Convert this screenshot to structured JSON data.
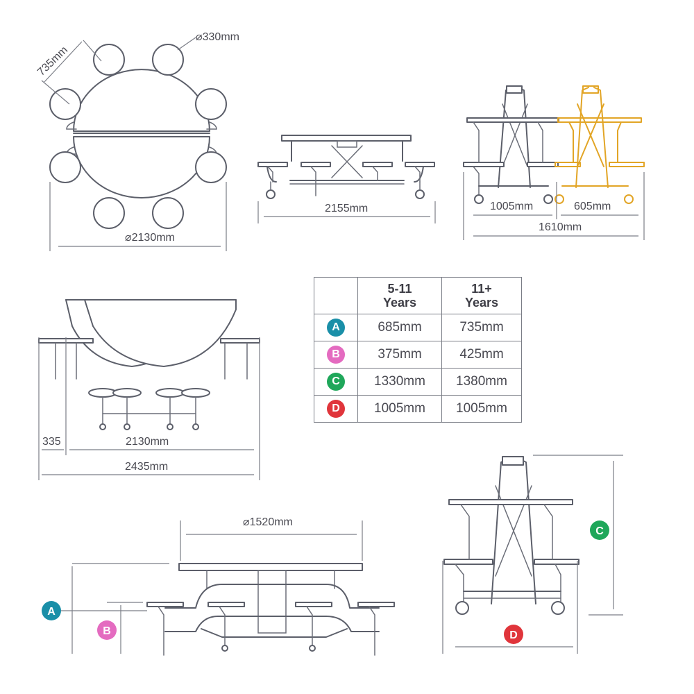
{
  "labels": {
    "seat_diameter": "⌀330mm",
    "seat_spacing": "735mm",
    "table_diameter_top": "⌀2130mm",
    "side_width": "2155mm",
    "folded_width": "1005mm",
    "folded_extra": "605mm",
    "folded_total": "1610mm",
    "half_fold_offset": "335",
    "half_fold_diameter": "2130mm",
    "half_fold_total": "2435mm",
    "top_diameter_side": "⌀1520mm"
  },
  "table": {
    "headers": [
      "",
      "5-11\nYears",
      "11+\nYears"
    ],
    "rows": [
      {
        "badge": "A",
        "color": "#1a8fa8",
        "v1": "685mm",
        "v2": "735mm"
      },
      {
        "badge": "B",
        "color": "#e46bc0",
        "v1": "375mm",
        "v2": "425mm"
      },
      {
        "badge": "C",
        "color": "#1fa75a",
        "v1": "1330mm",
        "v2": "1380mm"
      },
      {
        "badge": "D",
        "color": "#e0353b",
        "v1": "1005mm",
        "v2": "1005mm"
      }
    ]
  },
  "badges": {
    "A": {
      "label": "A",
      "color": "#1a8fa8"
    },
    "B": {
      "label": "B",
      "color": "#e46bc0"
    },
    "C": {
      "label": "C",
      "color": "#1fa75a"
    },
    "D": {
      "label": "D",
      "color": "#e0353b"
    }
  }
}
